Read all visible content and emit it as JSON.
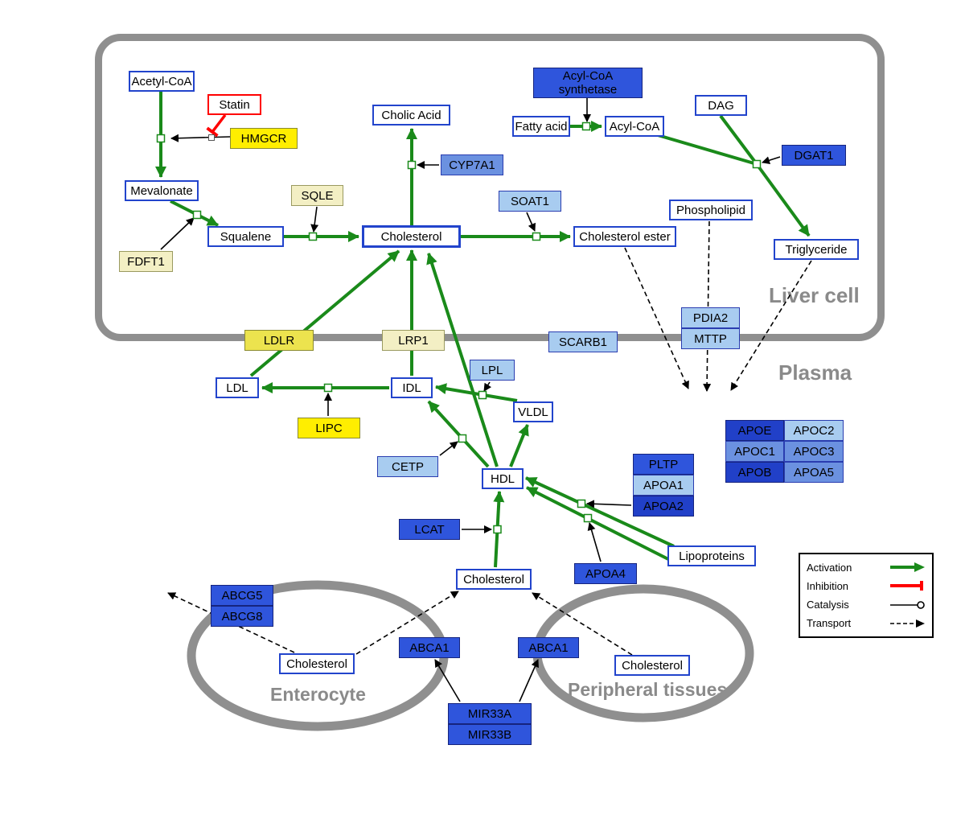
{
  "compartments": {
    "liver": "Liver cell",
    "plasma": "Plasma",
    "enterocyte": "Enterocyte",
    "peripheral": "Peripheral tissues"
  },
  "nodes": {
    "acetyl_coa": "Acetyl-CoA",
    "statin": "Statin",
    "hmgcr": "HMGCR",
    "mevalonate": "Mevalonate",
    "sqle": "SQLE",
    "fdft1": "FDFT1",
    "squalene": "Squalene",
    "cholesterol_liver": "Cholesterol",
    "cholic_acid": "Cholic Acid",
    "cyp7a1": "CYP7A1",
    "soat1": "SOAT1",
    "cholesterol_ester": "Cholesterol ester",
    "acyl_coa_synthetase_line1": "Acyl-CoA",
    "acyl_coa_synthetase_line2": "synthetase",
    "fatty_acid": "Fatty acid",
    "acyl_coa": "Acyl-CoA",
    "dag": "DAG",
    "dgat1": "DGAT1",
    "phospholipid": "Phospholipid",
    "triglyceride": "Triglyceride",
    "ldlr": "LDLR",
    "lrp1": "LRP1",
    "scarb1": "SCARB1",
    "pdia2": "PDIA2",
    "mttp": "MTTP",
    "ldl": "LDL",
    "idl": "IDL",
    "lpl": "LPL",
    "vldl": "VLDL",
    "lipc": "LIPC",
    "cetp": "CETP",
    "hdl": "HDL",
    "pltp": "PLTP",
    "apoa1": "APOA1",
    "apoa2": "APOA2",
    "apoe": "APOE",
    "apoc2": "APOC2",
    "apoc1": "APOC1",
    "apoc3": "APOC3",
    "apob": "APOB",
    "apoa5": "APOA5",
    "lcat": "LCAT",
    "apoa4": "APOA4",
    "lipoproteins": "Lipoproteins",
    "cholesterol_plasma": "Cholesterol",
    "abcg5": "ABCG5",
    "abcg8": "ABCG8",
    "cholesterol_enterocyte": "Cholesterol",
    "abca1_enterocyte": "ABCA1",
    "abca1_peripheral": "ABCA1",
    "cholesterol_peripheral": "Cholesterol",
    "mir33a": "MIR33A",
    "mir33b": "MIR33B"
  },
  "legend": {
    "activation": "Activation",
    "inhibition": "Inhibition",
    "catalysis": "Catalysis",
    "transport": "Transport"
  },
  "colors": {
    "activation_green": "#1a8a1a",
    "inhibition_red": "#ff0000",
    "metabolite_border_blue": "#2244cc",
    "membrane_gray": "#8f8f8f",
    "gene_yellow_bright": "#ffee00",
    "gene_yellow_pale": "#f3efc4",
    "gene_blue_light": "#a8ccf0",
    "gene_blue_mid": "#6b91e0",
    "gene_blue_dark": "#2f55dc"
  }
}
